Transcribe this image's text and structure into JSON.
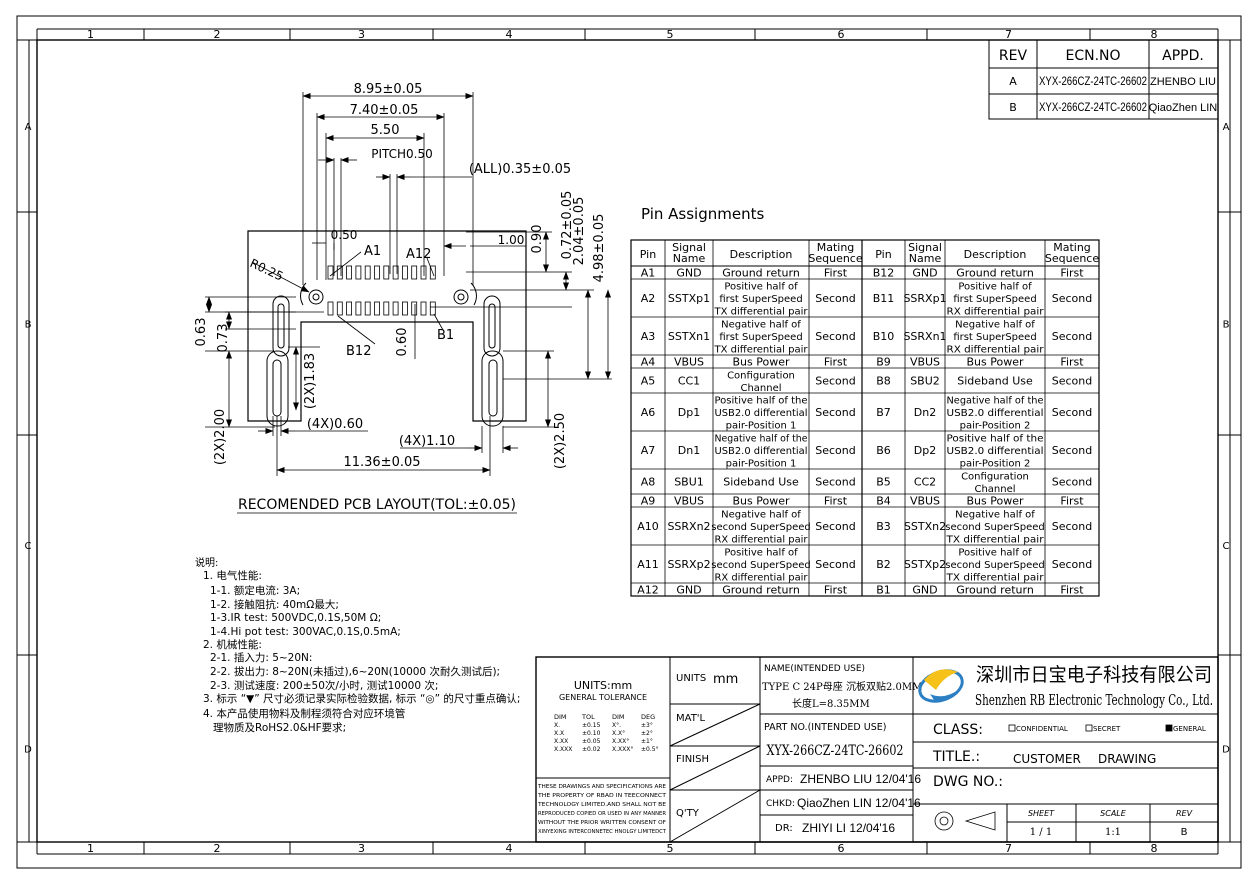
{
  "border": {
    "columns": [
      "1",
      "2",
      "3",
      "4",
      "5",
      "6",
      "7",
      "8"
    ],
    "rows": [
      "A",
      "B",
      "C",
      "D"
    ]
  },
  "revision_table": {
    "headers": [
      "REV",
      "ECN.NO",
      "APPD."
    ],
    "rows": [
      {
        "rev": "A",
        "ecn": "XYX-266CZ-24TC-26602",
        "appd": "ZHENBO LIU"
      },
      {
        "rev": "B",
        "ecn": "XYX-266CZ-24TC-26602",
        "appd": "QiaoZhen LIN"
      }
    ]
  },
  "pcb_layout": {
    "title": "RECOMENDED PCB LAYOUT(TOL:±0.05)",
    "dims": {
      "d895": "8.95±0.05",
      "d740": "7.40±0.05",
      "d550": "5.50",
      "pitch": "PITCH0.50",
      "all035": "(ALL)0.35±0.05",
      "d050": "0.50",
      "d100": "1.00",
      "d090": "0.90",
      "d072": "0.72±0.05",
      "d204": "2.04±0.05",
      "d498": "4.98±0.05",
      "r025": "R0.25",
      "a1": "A1",
      "a12": "A12",
      "b12": "B12",
      "b1": "B1",
      "d063": "0.63",
      "d073": "0.73",
      "d060": "0.60",
      "d183": "(2X)1.83",
      "d200": "(2X)2.00",
      "d4x060": "(4X)0.60",
      "d4x110": "(4X)1.10",
      "d1136": "11.36±0.05",
      "d250": "(2X)2.50"
    }
  },
  "pin_table": {
    "title": "Pin Assignments",
    "headers": [
      "Pin",
      "Signal Name",
      "Description",
      "Mating Sequence",
      "Pin",
      "Signal Name",
      "Description",
      "Mating Sequence"
    ],
    "rows": [
      {
        "pa": "A1",
        "sa": "GND",
        "da": [
          "Ground return"
        ],
        "ma": "First",
        "pb": "B12",
        "sb": "GND",
        "db": [
          "Ground return"
        ],
        "mb": "First"
      },
      {
        "pa": "A2",
        "sa": "SSTXp1",
        "da": [
          "Positive half of",
          "first SuperSpeed",
          "TX differential pair"
        ],
        "ma": "Second",
        "pb": "B11",
        "sb": "SSRXp1",
        "db": [
          "Positive half of",
          "first SuperSpeed",
          "RX differential pair"
        ],
        "mb": "Second"
      },
      {
        "pa": "A3",
        "sa": "SSTXn1",
        "da": [
          "Negative half of",
          "first SuperSpeed",
          "TX differential pair"
        ],
        "ma": "Second",
        "pb": "B10",
        "sb": "SSRXn1",
        "db": [
          "Negative half of",
          "first SuperSpeed",
          "RX differential pair"
        ],
        "mb": "Second"
      },
      {
        "pa": "A4",
        "sa": "VBUS",
        "da": [
          "Bus Power"
        ],
        "ma": "First",
        "pb": "B9",
        "sb": "VBUS",
        "db": [
          "Bus Power"
        ],
        "mb": "First"
      },
      {
        "pa": "A5",
        "sa": "CC1",
        "da": [
          "Configuration",
          "Channel"
        ],
        "ma": "Second",
        "pb": "B8",
        "sb": "SBU2",
        "db": [
          "Sideband Use"
        ],
        "mb": "Second"
      },
      {
        "pa": "A6",
        "sa": "Dp1",
        "da": [
          "Positive half of the",
          "USB2.0 differential",
          "pair-Position 1"
        ],
        "ma": "Second",
        "pb": "B7",
        "sb": "Dn2",
        "db": [
          "Negative half of the",
          "USB2.0 differential",
          "pair-Position 2"
        ],
        "mb": "Second"
      },
      {
        "pa": "A7",
        "sa": "Dn1",
        "da": [
          "Negative half of the",
          "USB2.0 differential",
          "pair-Position 1"
        ],
        "ma": "Second",
        "pb": "B6",
        "sb": "Dp2",
        "db": [
          "Positive half of the",
          "USB2.0 differential",
          "pair-Position 2"
        ],
        "mb": "Second"
      },
      {
        "pa": "A8",
        "sa": "SBU1",
        "da": [
          "Sideband Use"
        ],
        "ma": "Second",
        "pb": "B5",
        "sb": "CC2",
        "db": [
          "Configuration",
          "Channel"
        ],
        "mb": "Second"
      },
      {
        "pa": "A9",
        "sa": "VBUS",
        "da": [
          "Bus Power"
        ],
        "ma": "First",
        "pb": "B4",
        "sb": "VBUS",
        "db": [
          "Bus Power"
        ],
        "mb": "First"
      },
      {
        "pa": "A10",
        "sa": "SSRXn2",
        "da": [
          "Negative half of",
          "second SuperSpeed",
          "RX differential pair"
        ],
        "ma": "Second",
        "pb": "B3",
        "sb": "SSTXn2",
        "db": [
          "Negative half of",
          "second SuperSpeed",
          "TX differential pair"
        ],
        "mb": "Second"
      },
      {
        "pa": "A11",
        "sa": "SSRXp2",
        "da": [
          "Positive half of",
          "second SuperSpeed",
          "RX differential pair"
        ],
        "ma": "Second",
        "pb": "B2",
        "sb": "SSTXp2",
        "db": [
          "Positive half of",
          "second SuperSpeed",
          "TX differential pair"
        ],
        "mb": "Second"
      },
      {
        "pa": "A12",
        "sa": "GND",
        "da": [
          "Ground return"
        ],
        "ma": "First",
        "pb": "B1",
        "sb": "GND",
        "db": [
          "Ground return"
        ],
        "mb": "First"
      }
    ]
  },
  "notes": {
    "heading": "说明:",
    "lines": [
      "1. 电气性能:",
      "1-1. 额定电流: 3A;",
      "1-2. 接触阻抗: 40mΩ最大;",
      "1-3.IR  test: 500VDC,0.1S,50M Ω;",
      "1-4.Hi  pot  test: 300VAC,0.1S,0.5mA;",
      "2. 机械性能:",
      "2-1. 插入力: 5~20N:",
      "2-2. 拔出力: 8~20N(未插过),6~20N(10000 次耐久测试后);",
      "2-3. 测试速度: 200±50次/小时, 测试10000 次;",
      "3. 标示 “▼” 尺寸必须记录实际检验数据, 标示 “◎” 的尺寸重点确认;",
      "4. 本产品使用物料及制程须符合对应环境管",
      "理物质及RoHS2.0&HF要求;"
    ]
  },
  "title_block": {
    "units": "UNITS:mm",
    "general_tolerance": "GENERAL TOLERANCE",
    "tol_headers": [
      "DIM",
      "TOL",
      "DIM",
      "DEG"
    ],
    "tol_rows": [
      [
        "X.",
        "±0.15",
        "X°.",
        "±3°"
      ],
      [
        "X.X",
        "±0.10",
        "X.X°",
        "±2°"
      ],
      [
        "X.XX",
        "±0.05",
        "X.XX°",
        "±1°"
      ],
      [
        "X.XXX",
        "±0.02",
        "X.XXX°",
        "±0.5°"
      ]
    ],
    "disclaimer": [
      "THESE DRAWINGS AND SPECIFICATIONS ARE",
      "THE PROPERTY OF RBAD IN TEECONNECT",
      "TECHNOLOGY LIMITED.AND SHALL NOT BE",
      "REPRODUCED COPIED OR USED IN ANY MANNER",
      "WITHOUT THE PRIOR  WRITTEN CONSENT OF",
      "XINYEXING INTERCONNETEC HNOLGY LIMITEDCT"
    ],
    "units_label": "UNITS",
    "units_value": "mm",
    "matl_label": "MAT'L",
    "finish_label": "FINISH",
    "qty_label": "Q'TY",
    "name_label": "NAME(INTENDED USE)",
    "name_value_1": "TYPE C 24P母座 沉板双贴2.0MM",
    "name_value_2": "长度L=8.35MM",
    "part_label": "PART NO.(INTENDED USE)",
    "part_value": "XYX-266CZ-24TC-26602",
    "appd_label": "APPD:",
    "appd_value": "ZHENBO LIU 12/04'16",
    "chkd_label": "CHKD:",
    "chkd_value": "QiaoZhen LIN 12/04'16",
    "dr_label": "DR:",
    "dr_value": "ZHIYI LI  12/04'16",
    "company_cn": "深圳市日宝电子科技有限公司",
    "company_en": "Shenzhen RB Electronic Technology Co., Ltd.",
    "class_label": "CLASS:",
    "class_options": [
      "CONFIDENTIAL",
      "SECRET",
      "GENERAL"
    ],
    "class_selected": "GENERAL",
    "title_label": "TITLE.:",
    "title_value_1": "CUSTOMER",
    "title_value_2": "DRAWING",
    "dwg_label": "DWG NO.:",
    "sheet_label": "SHEET",
    "sheet_value": "1 / 1",
    "scale_label": "SCALE",
    "scale_value": "1:1",
    "rev_label": "REV",
    "rev_value": "B"
  }
}
